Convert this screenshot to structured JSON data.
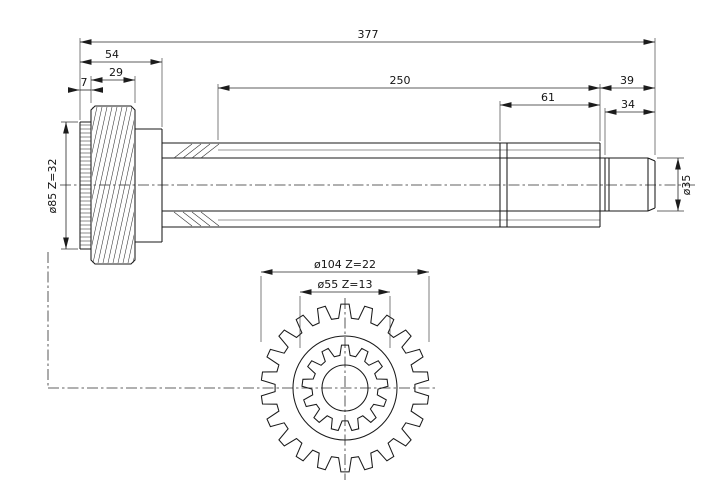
{
  "side_view": {
    "dims": {
      "total_length": "377",
      "hub_total_width": "54",
      "gear_face_width": "29",
      "spline_ring_width": "7",
      "spline_shaft_length": "250",
      "journal_length": "61",
      "end_section_length": "39",
      "stub_length": "34",
      "ring_gear_spec": "ø85 Z=32",
      "stub_diameter": "ø35"
    }
  },
  "front_view": {
    "dims": {
      "gear_spec": "ø104 Z=22",
      "spline_spec": "ø55 Z=13"
    },
    "outer_teeth": 22,
    "inner_teeth": 13
  }
}
